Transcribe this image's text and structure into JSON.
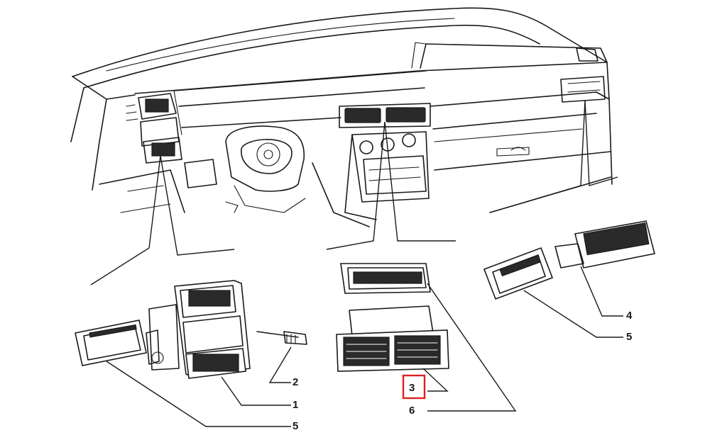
{
  "diagram": {
    "callouts": [
      {
        "id": "1",
        "label": "1"
      },
      {
        "id": "2",
        "label": "2"
      },
      {
        "id": "3",
        "label": "3"
      },
      {
        "id": "4",
        "label": "4"
      },
      {
        "id": "5a",
        "label": "5"
      },
      {
        "id": "5b",
        "label": "5"
      },
      {
        "id": "6",
        "label": "6"
      }
    ],
    "highlighted_callout": "3",
    "highlight_color": "#e02020"
  }
}
